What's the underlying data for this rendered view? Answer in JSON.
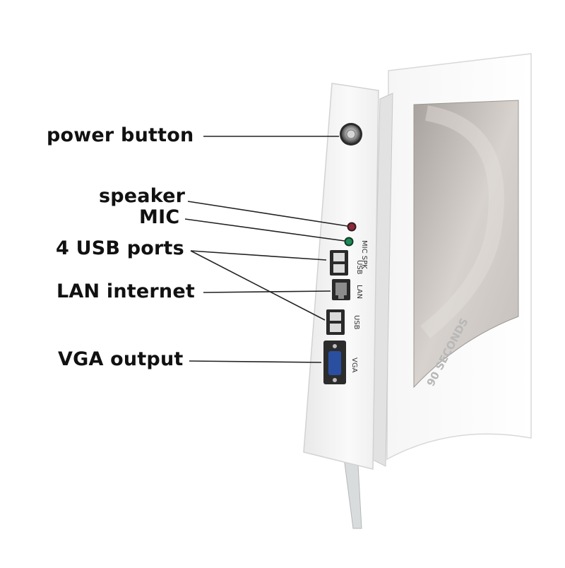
{
  "callouts": {
    "power_button": "power button",
    "speaker": "speaker",
    "mic": "MIC",
    "usb_ports": "4 USB ports",
    "lan": "LAN internet",
    "vga": "VGA output"
  },
  "port_labels": {
    "mic_spk": "MIC SPK",
    "usb_top": "USB",
    "lan": "LAN",
    "usb_bottom": "USB",
    "vga": "VGA"
  },
  "screen_brand": "90 SECONDS",
  "colors": {
    "text": "#111111",
    "leader_line": "#222222",
    "body": "#f4f4f4",
    "screen": "#cfcac6",
    "speaker_jack": "#8a2a3a",
    "mic_jack": "#1f8a55",
    "vga_port": "#2a4fa0"
  }
}
